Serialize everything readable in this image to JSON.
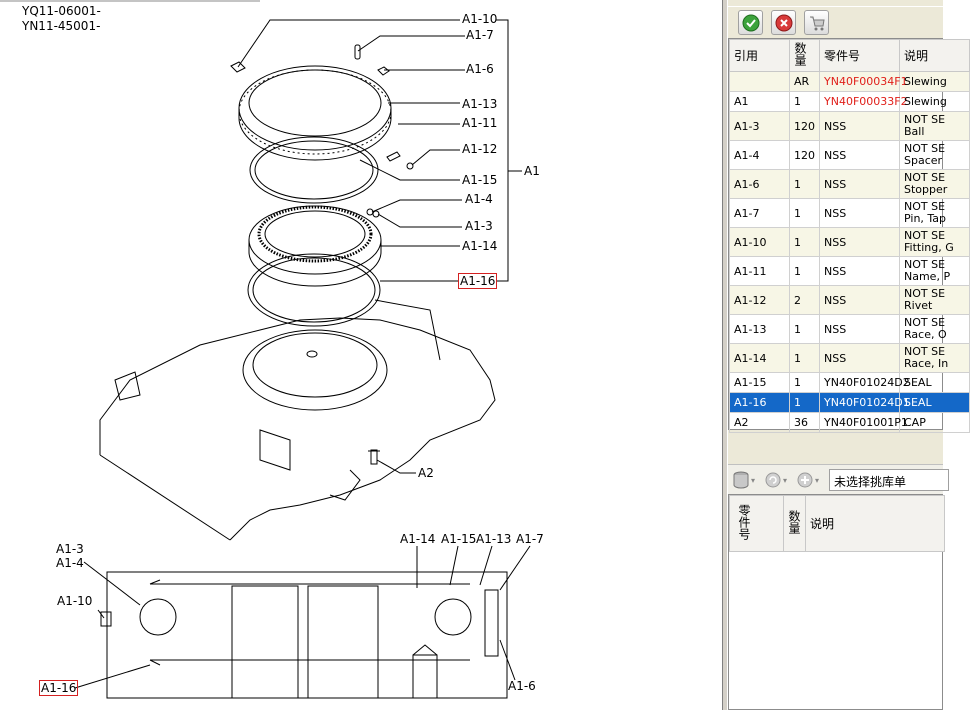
{
  "drawing": {
    "title_lines": [
      "YQ11-06001-",
      "YN11-45001-"
    ],
    "callouts_top": [
      "A1-10",
      "A1-7",
      "A1-6",
      "A1-13",
      "A1-11",
      "A1-12",
      "A1-15",
      "A1-4",
      "A1-3",
      "A1-14",
      "A1-16"
    ],
    "group_label": "A1",
    "bolt_label": "A2",
    "section_labels": {
      "a1_3": "A1-3",
      "a1_4": "A1-4",
      "a1_10": "A1-10",
      "a1_16": "A1-16",
      "a1_14": "A1-14",
      "a1_15": "A1-15",
      "a1_13": "A1-13",
      "a1_7": "A1-7",
      "a1_6": "A1-6"
    },
    "highlight_color": "#d42020"
  },
  "toolbar": {
    "confirm_icon": "check-icon",
    "cancel_icon": "cancel-icon",
    "cart_icon": "cart-icon"
  },
  "parts_table": {
    "headers": {
      "ref": "引用",
      "qty": "数量",
      "part_no": "零件号",
      "desc": "说明"
    },
    "rows": [
      {
        "ref": "",
        "qty": "AR",
        "part_no": "YN40F00034F1",
        "desc": "Slewing",
        "red": true,
        "tall": false
      },
      {
        "ref": "A1",
        "qty": "1",
        "part_no": "YN40F00033F2",
        "desc": "Slewing",
        "red": true,
        "tall": false
      },
      {
        "ref": "A1-3",
        "qty": "120",
        "part_no": "NSS",
        "desc": "NOT SE\nBall",
        "red": false,
        "tall": true
      },
      {
        "ref": "A1-4",
        "qty": "120",
        "part_no": "NSS",
        "desc": "NOT SE\nSpacer",
        "red": false,
        "tall": true
      },
      {
        "ref": "A1-6",
        "qty": "1",
        "part_no": "NSS",
        "desc": "NOT SE\nStopper",
        "red": false,
        "tall": true
      },
      {
        "ref": "A1-7",
        "qty": "1",
        "part_no": "NSS",
        "desc": "NOT SE\nPin, Tap",
        "red": false,
        "tall": true
      },
      {
        "ref": "A1-10",
        "qty": "1",
        "part_no": "NSS",
        "desc": "NOT SE\nFitting, G",
        "red": false,
        "tall": true
      },
      {
        "ref": "A1-11",
        "qty": "1",
        "part_no": "NSS",
        "desc": "NOT SE\nName, P",
        "red": false,
        "tall": true
      },
      {
        "ref": "A1-12",
        "qty": "2",
        "part_no": "NSS",
        "desc": "NOT SE\nRivet",
        "red": false,
        "tall": true
      },
      {
        "ref": "A1-13",
        "qty": "1",
        "part_no": "NSS",
        "desc": "NOT SE\nRace, O",
        "red": false,
        "tall": true
      },
      {
        "ref": "A1-14",
        "qty": "1",
        "part_no": "NSS",
        "desc": "NOT SE\nRace, In",
        "red": false,
        "tall": true
      },
      {
        "ref": "A1-15",
        "qty": "1",
        "part_no": "YN40F01024D2",
        "desc": "SEAL",
        "red": false,
        "tall": false
      },
      {
        "ref": "A1-16",
        "qty": "1",
        "part_no": "YN40F01024D1",
        "desc": "SEAL",
        "red": false,
        "tall": false,
        "selected": true
      },
      {
        "ref": "A2",
        "qty": "36",
        "part_no": "YN40F01001P1",
        "desc": "CAP",
        "red": false,
        "tall": false
      }
    ]
  },
  "pick_toolbar": {
    "db_icon": "database-icon",
    "refresh_icon": "refresh-icon",
    "add_icon": "add-icon",
    "pick_list_label": "未选择挑库单"
  },
  "pick_table": {
    "headers": {
      "part_no": "零件号",
      "qty": "数量",
      "desc": "说明"
    }
  }
}
